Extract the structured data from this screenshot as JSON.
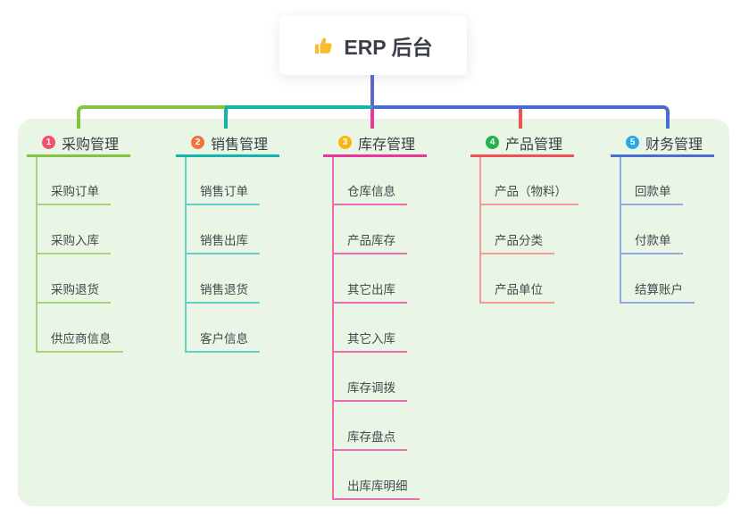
{
  "root": {
    "icon": "thumbs-up-icon",
    "title": "ERP 后台"
  },
  "connector": {
    "stem_color": "#5b68d3"
  },
  "branches": [
    {
      "num": "1",
      "title": "采购管理",
      "badge_color": "#f4506b",
      "color": "#84c341",
      "light_color": "#a6d37c",
      "children": [
        "采购订单",
        "采购入库",
        "采购退货",
        "供应商信息"
      ]
    },
    {
      "num": "2",
      "title": "销售管理",
      "badge_color": "#f2733a",
      "color": "#12b5ac",
      "light_color": "#63cfc6",
      "children": [
        "销售订单",
        "销售出库",
        "销售退货",
        "客户信息"
      ]
    },
    {
      "num": "3",
      "title": "库存管理",
      "badge_color": "#fbb415",
      "color": "#e8389b",
      "light_color": "#ee6cb4",
      "children": [
        "仓库信息",
        "产品库存",
        "其它出库",
        "其它入库",
        "库存调拨",
        "库存盘点",
        "出库库明细"
      ]
    },
    {
      "num": "4",
      "title": "产品管理",
      "badge_color": "#25b14b",
      "color": "#f05152",
      "light_color": "#f59c96",
      "children": [
        "产品（物料）",
        "产品分类",
        "产品单位"
      ]
    },
    {
      "num": "5",
      "title": "财务管理",
      "badge_color": "#29a9e1",
      "color": "#4b6cd2",
      "light_color": "#92a8e3",
      "children": [
        "回款单",
        "付款单",
        "结算账户"
      ]
    }
  ]
}
